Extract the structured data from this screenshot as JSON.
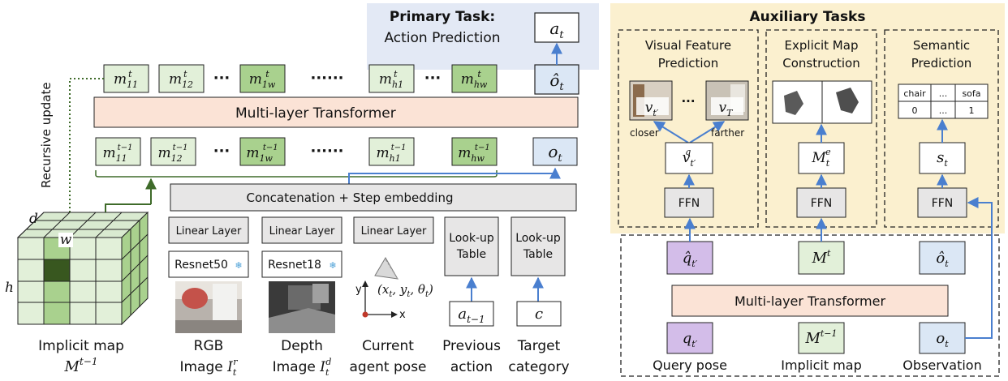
{
  "primary": {
    "title": "Primary Task:",
    "subtitle": "Action Prediction",
    "output": "a_t",
    "obs_hat": "ô_t"
  },
  "memory": {
    "top": [
      "m^t_11",
      "m^t_12",
      "m^t_1w",
      "m^t_h1",
      "m^t_hw"
    ],
    "bottom": [
      "m^{t-1}_11",
      "m^{t-1}_12",
      "m^{t-1}_1w",
      "m^{t-1}_h1",
      "m^{t-1}_hw"
    ],
    "ellipsis_short": "···",
    "ellipsis_long": "······",
    "obs": "o_t"
  },
  "transformer_label": "Multi-layer Transformer",
  "recursive_label": "Recursive update",
  "concat_label": "Concatenation + Step embedding",
  "layers": {
    "linear": "Linear Layer",
    "resnet50": "Resnet50",
    "resnet18": "Resnet18",
    "lookup": [
      "Look-up",
      "Table"
    ]
  },
  "pose_text": "(x_t, y_t, θ_t)",
  "axis": {
    "x": "x",
    "y": "y"
  },
  "inputs": {
    "prev_action": "a_{t−1}",
    "target": "c"
  },
  "cube": {
    "d": "d",
    "w": "w",
    "h": "h"
  },
  "captions": {
    "implicit": [
      "Implicit map",
      "M^{t−1}"
    ],
    "rgb": [
      "RGB",
      "Image I^r_t"
    ],
    "depth": [
      "Depth",
      "Image I^d_t"
    ],
    "pose": [
      "Current",
      "agent pose"
    ],
    "prev": [
      "Previous",
      "action"
    ],
    "target": [
      "Target",
      "category"
    ]
  },
  "aux": {
    "title": "Auxiliary Tasks",
    "visual": [
      "Visual Feature",
      "Prediction"
    ],
    "map": [
      "Explicit Map",
      "Construction"
    ],
    "semantic": [
      "Semantic",
      "Prediction"
    ],
    "ffn": "FFN",
    "closer": "closer",
    "farther": "farther",
    "sem_table": [
      [
        "chair",
        "...",
        "sofa"
      ],
      [
        "0",
        "...",
        "1"
      ]
    ],
    "me": "M^e_t",
    "st": "s_t",
    "vq": "v^q_t′",
    "vt1": "v_t′",
    "vT": "v_T",
    "dots": "···"
  },
  "right": {
    "inputs_top": [
      "q̂_t′",
      "M^t",
      "ô_t"
    ],
    "transformer": "Multi-layer Transformer",
    "inputs_bottom": [
      "q_t′",
      "M^{t−1}",
      "o_t"
    ],
    "captions": [
      "Query pose",
      "Implicit map",
      "Observation"
    ]
  },
  "colors": {
    "primary_bg": "#e3e9f5",
    "aux_bg": "#fbf0cf",
    "transformer": "#fbe3d6",
    "green_light": "#e2f0d9",
    "green_mid": "#a9d18e",
    "green_dark": "#548235",
    "gray": "#e7e6e6",
    "blue": "#5b8bd0",
    "purple": "#d3bde9",
    "obs_blue": "#dbe7f5"
  }
}
